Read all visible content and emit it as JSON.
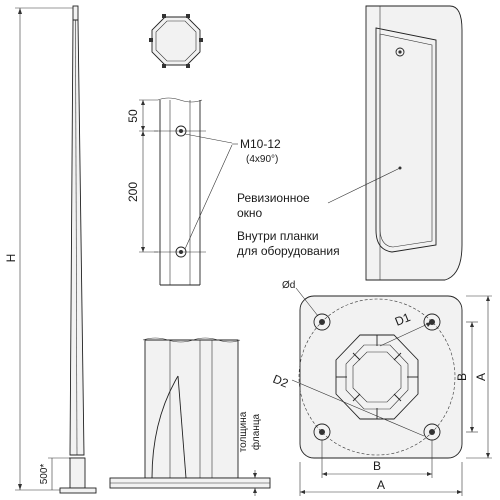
{
  "labels": {
    "height": "H",
    "base_part": "500*",
    "dim_50": "50",
    "dim_200": "200",
    "bolt": "M10-12",
    "bolt_sub": "(4x90°)",
    "revision_1": "Ревизионное",
    "revision_2": "окно",
    "inside_1": "Внутри планки",
    "inside_2": "для оборудования",
    "flange_1": "толщина",
    "flange_2": "фланца",
    "hole": "Ød",
    "d1": "D1",
    "d2": "D2",
    "a_right": "A",
    "b_right": "B",
    "b_bottom": "B",
    "a_bottom": "A"
  }
}
